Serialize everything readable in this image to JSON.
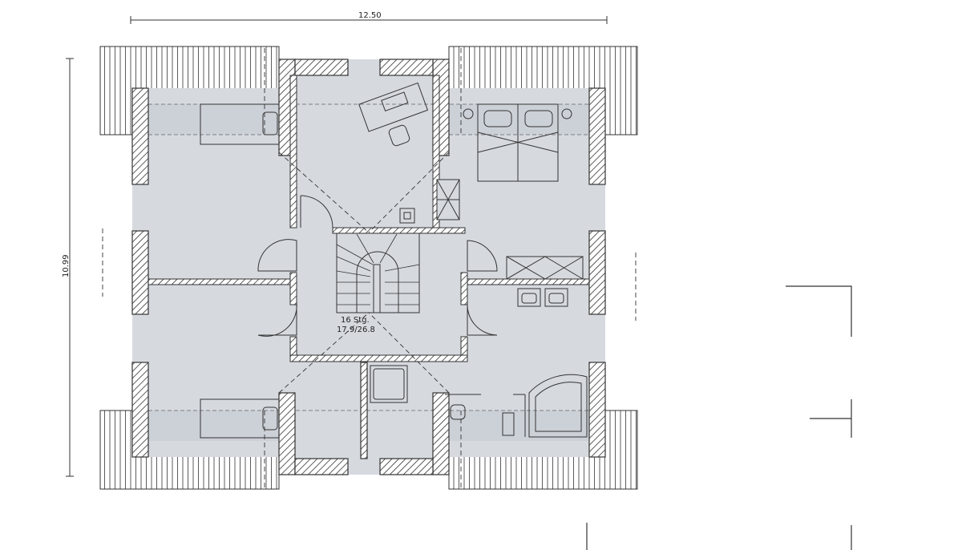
{
  "dimensions": {
    "width_label": "12.50",
    "depth_label": "10.99"
  },
  "stair": {
    "steps_label": "16 Stg.",
    "ratio_label": "17.9/26.8"
  },
  "colors": {
    "floor": "#d6dadf",
    "wall": "#333333",
    "background": "#ffffff"
  }
}
